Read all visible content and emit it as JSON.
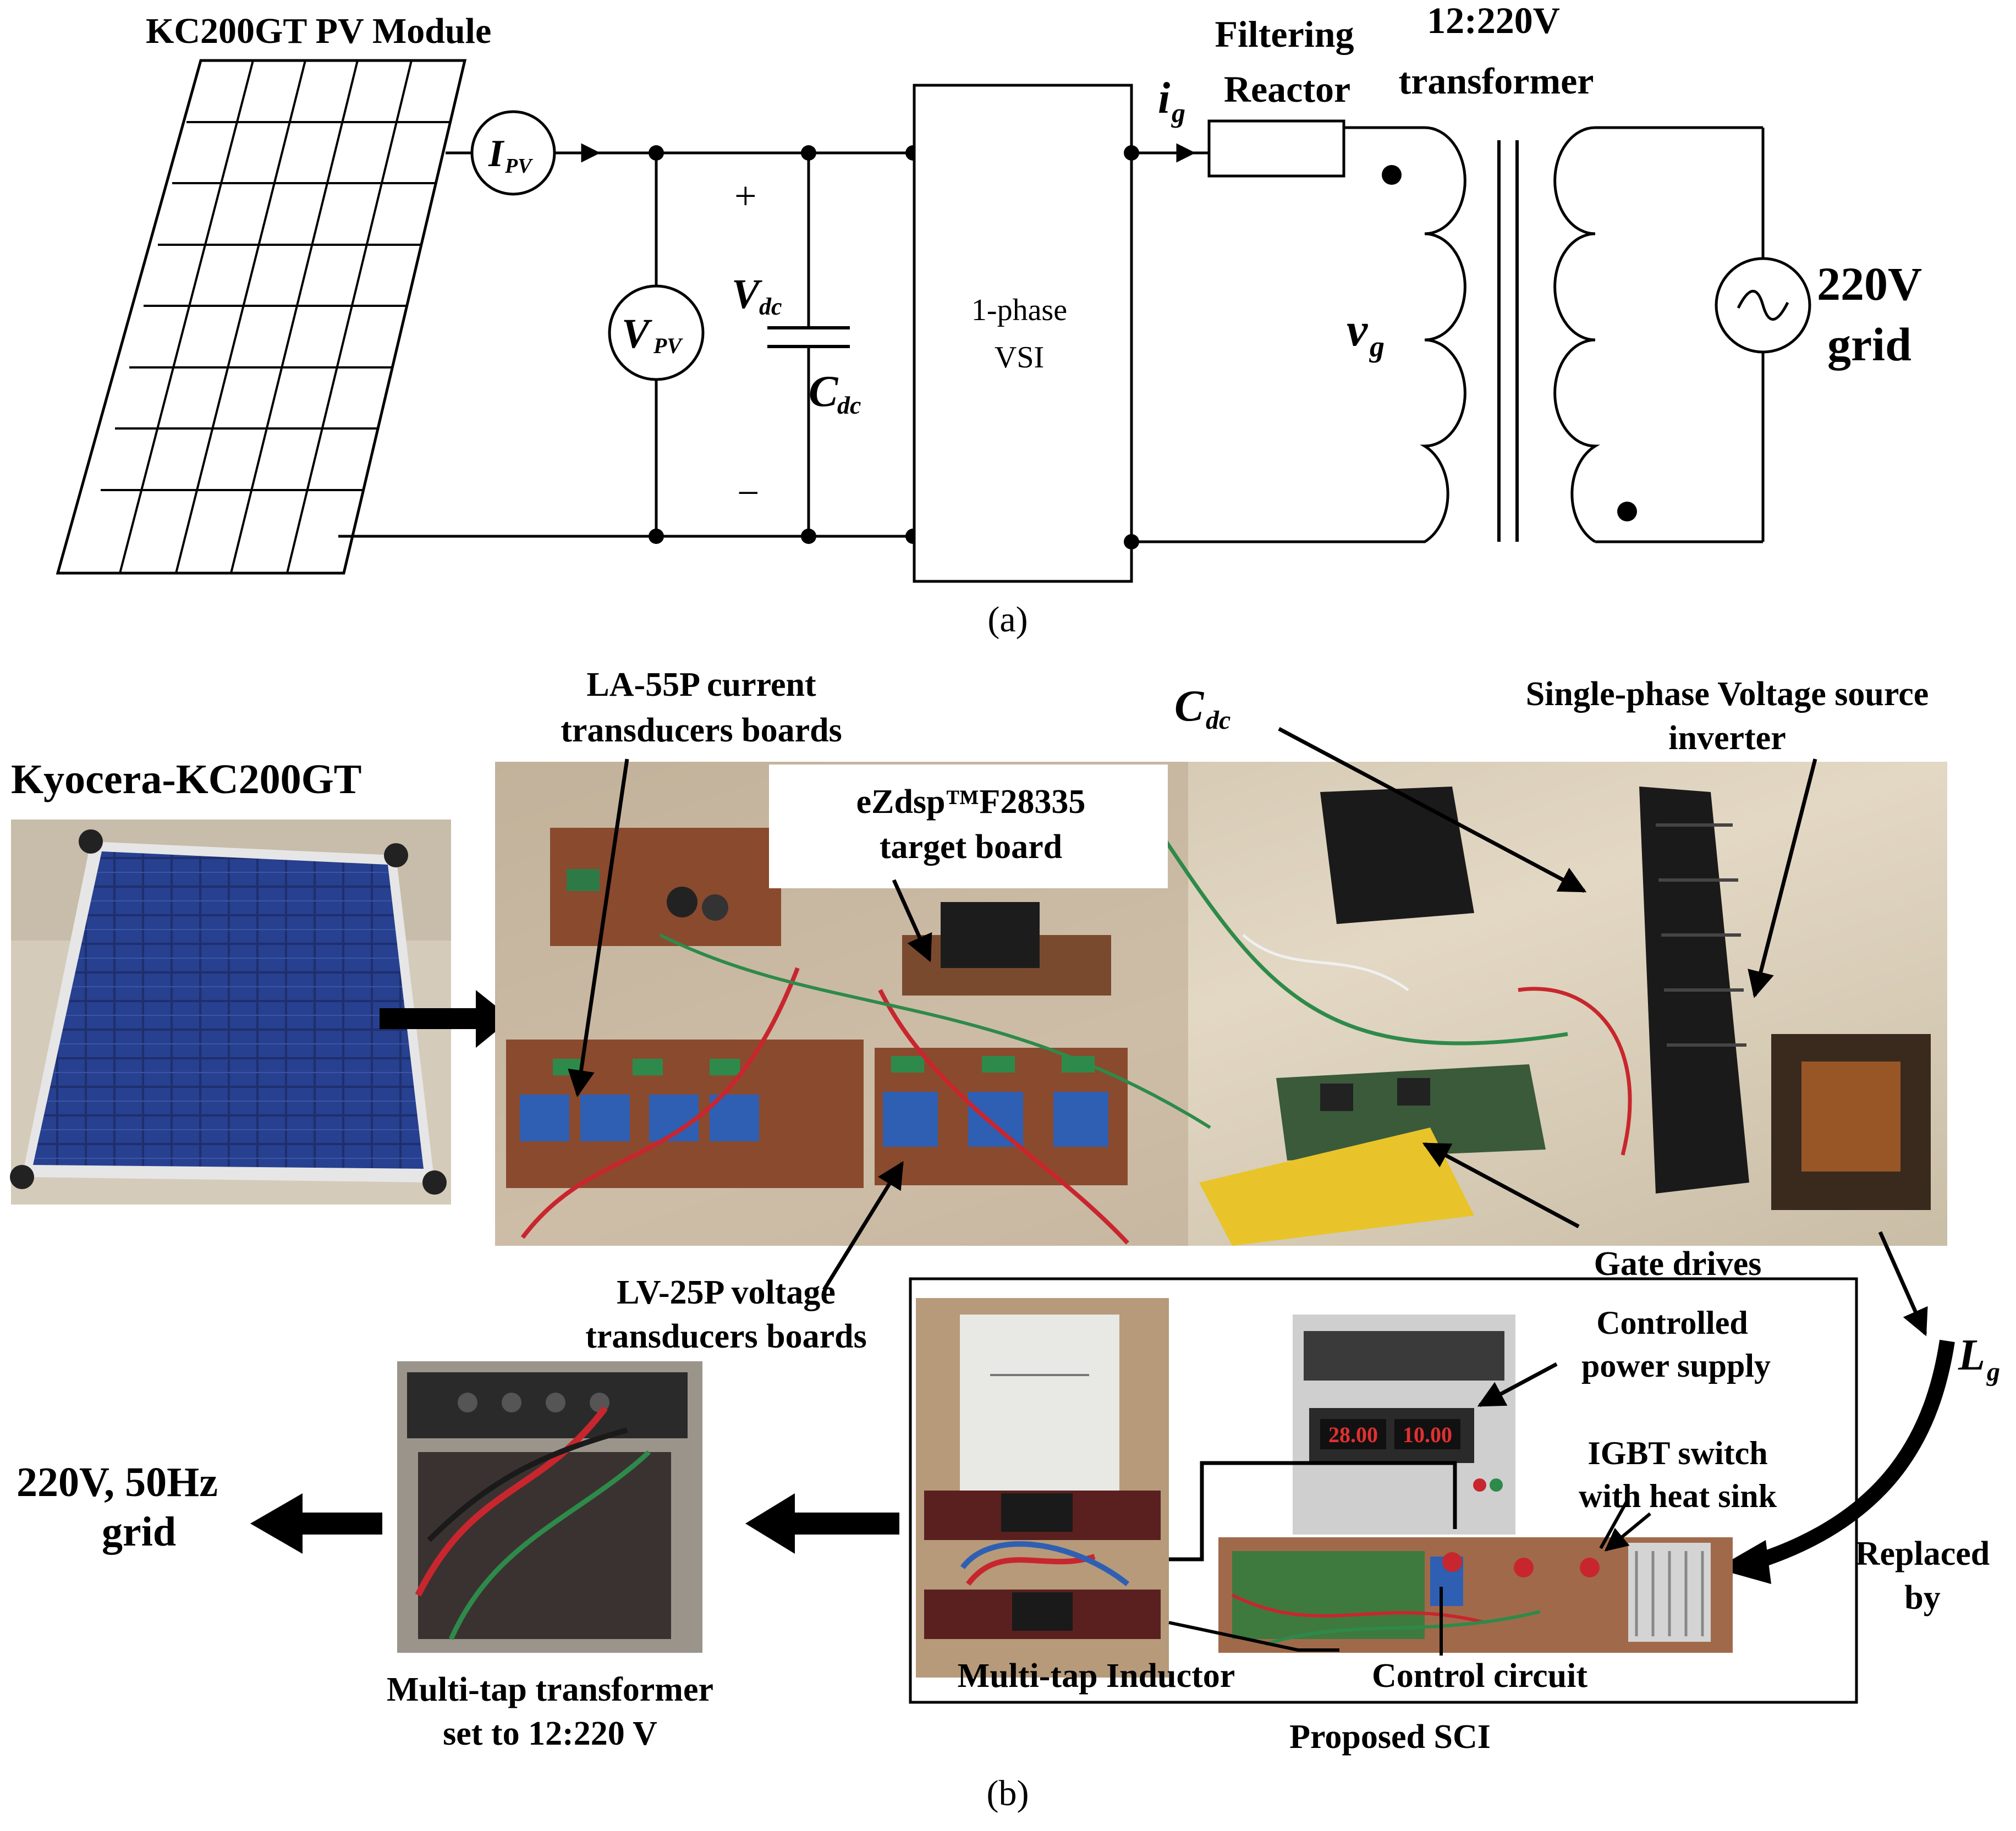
{
  "schematic": {
    "pv_module_label": "KC200GT PV Module",
    "ammeter_symbol": "I",
    "ammeter_sub": "PV",
    "voltmeter_symbol": "V",
    "voltmeter_sub": "PV",
    "plus": "+",
    "minus": "−",
    "vdc_symbol": "V",
    "vdc_sub": "dc",
    "cdc_symbol": "C",
    "cdc_sub": "dc",
    "vsi_line1": "1-phase",
    "vsi_line2": "VSI",
    "ig_symbol": "i",
    "ig_sub": "g",
    "reactor_line1": "Filtering",
    "reactor_line2": "Reactor",
    "transformer_line1": "12:220V",
    "transformer_line2": "transformer",
    "vg_symbol": "v",
    "vg_sub": "g",
    "grid_line1": "220V",
    "grid_line2": "grid",
    "caption": "(a)"
  },
  "setup": {
    "pv_title": "Kyocera-KC200GT",
    "la55p_line1": "LA-55P current",
    "la55p_line2": "transducers boards",
    "ezdsp_line1": "eZdsp™F28335",
    "ezdsp_line2": "target board",
    "cdc_symbol": "C",
    "cdc_sub": "dc",
    "inverter_line1": "Single-phase Voltage source",
    "inverter_line2": "inverter",
    "gate_drives": "Gate drives",
    "lv25p_line1": "LV-25P voltage",
    "lv25p_line2": "transducers boards",
    "lg_symbol": "L",
    "lg_sub": "g",
    "controlled_ps_line1": "Controlled",
    "controlled_ps_line2": "power supply",
    "ps_display_left": "28.00",
    "ps_display_right": "10.00",
    "igbt_line1": "IGBT switch",
    "igbt_line2": "with heat sink",
    "replaced_line1": "Replaced",
    "replaced_line2": "by",
    "grid_line1": "220V, 50Hz",
    "grid_line2": "grid",
    "multitap_transformer_line1": "Multi-tap transformer",
    "multitap_transformer_line2": "set to 12:220 V",
    "multitap_inductor": "Multi-tap Inductor",
    "control_circuit": "Control circuit",
    "proposed_sci": "Proposed SCI",
    "caption": "(b)"
  },
  "colors": {
    "pv_cell": "#1f2f6e",
    "pv_frame": "#d8d8d8",
    "board_brown": "#8a4a2e",
    "transducer_blue": "#2f5fb3",
    "heatsink_black": "#1a1a1a",
    "wire_red": "#c8262e",
    "wire_green": "#2e8a4a",
    "meter_yellow": "#e8c42a",
    "bench": "#d9cdb8"
  }
}
